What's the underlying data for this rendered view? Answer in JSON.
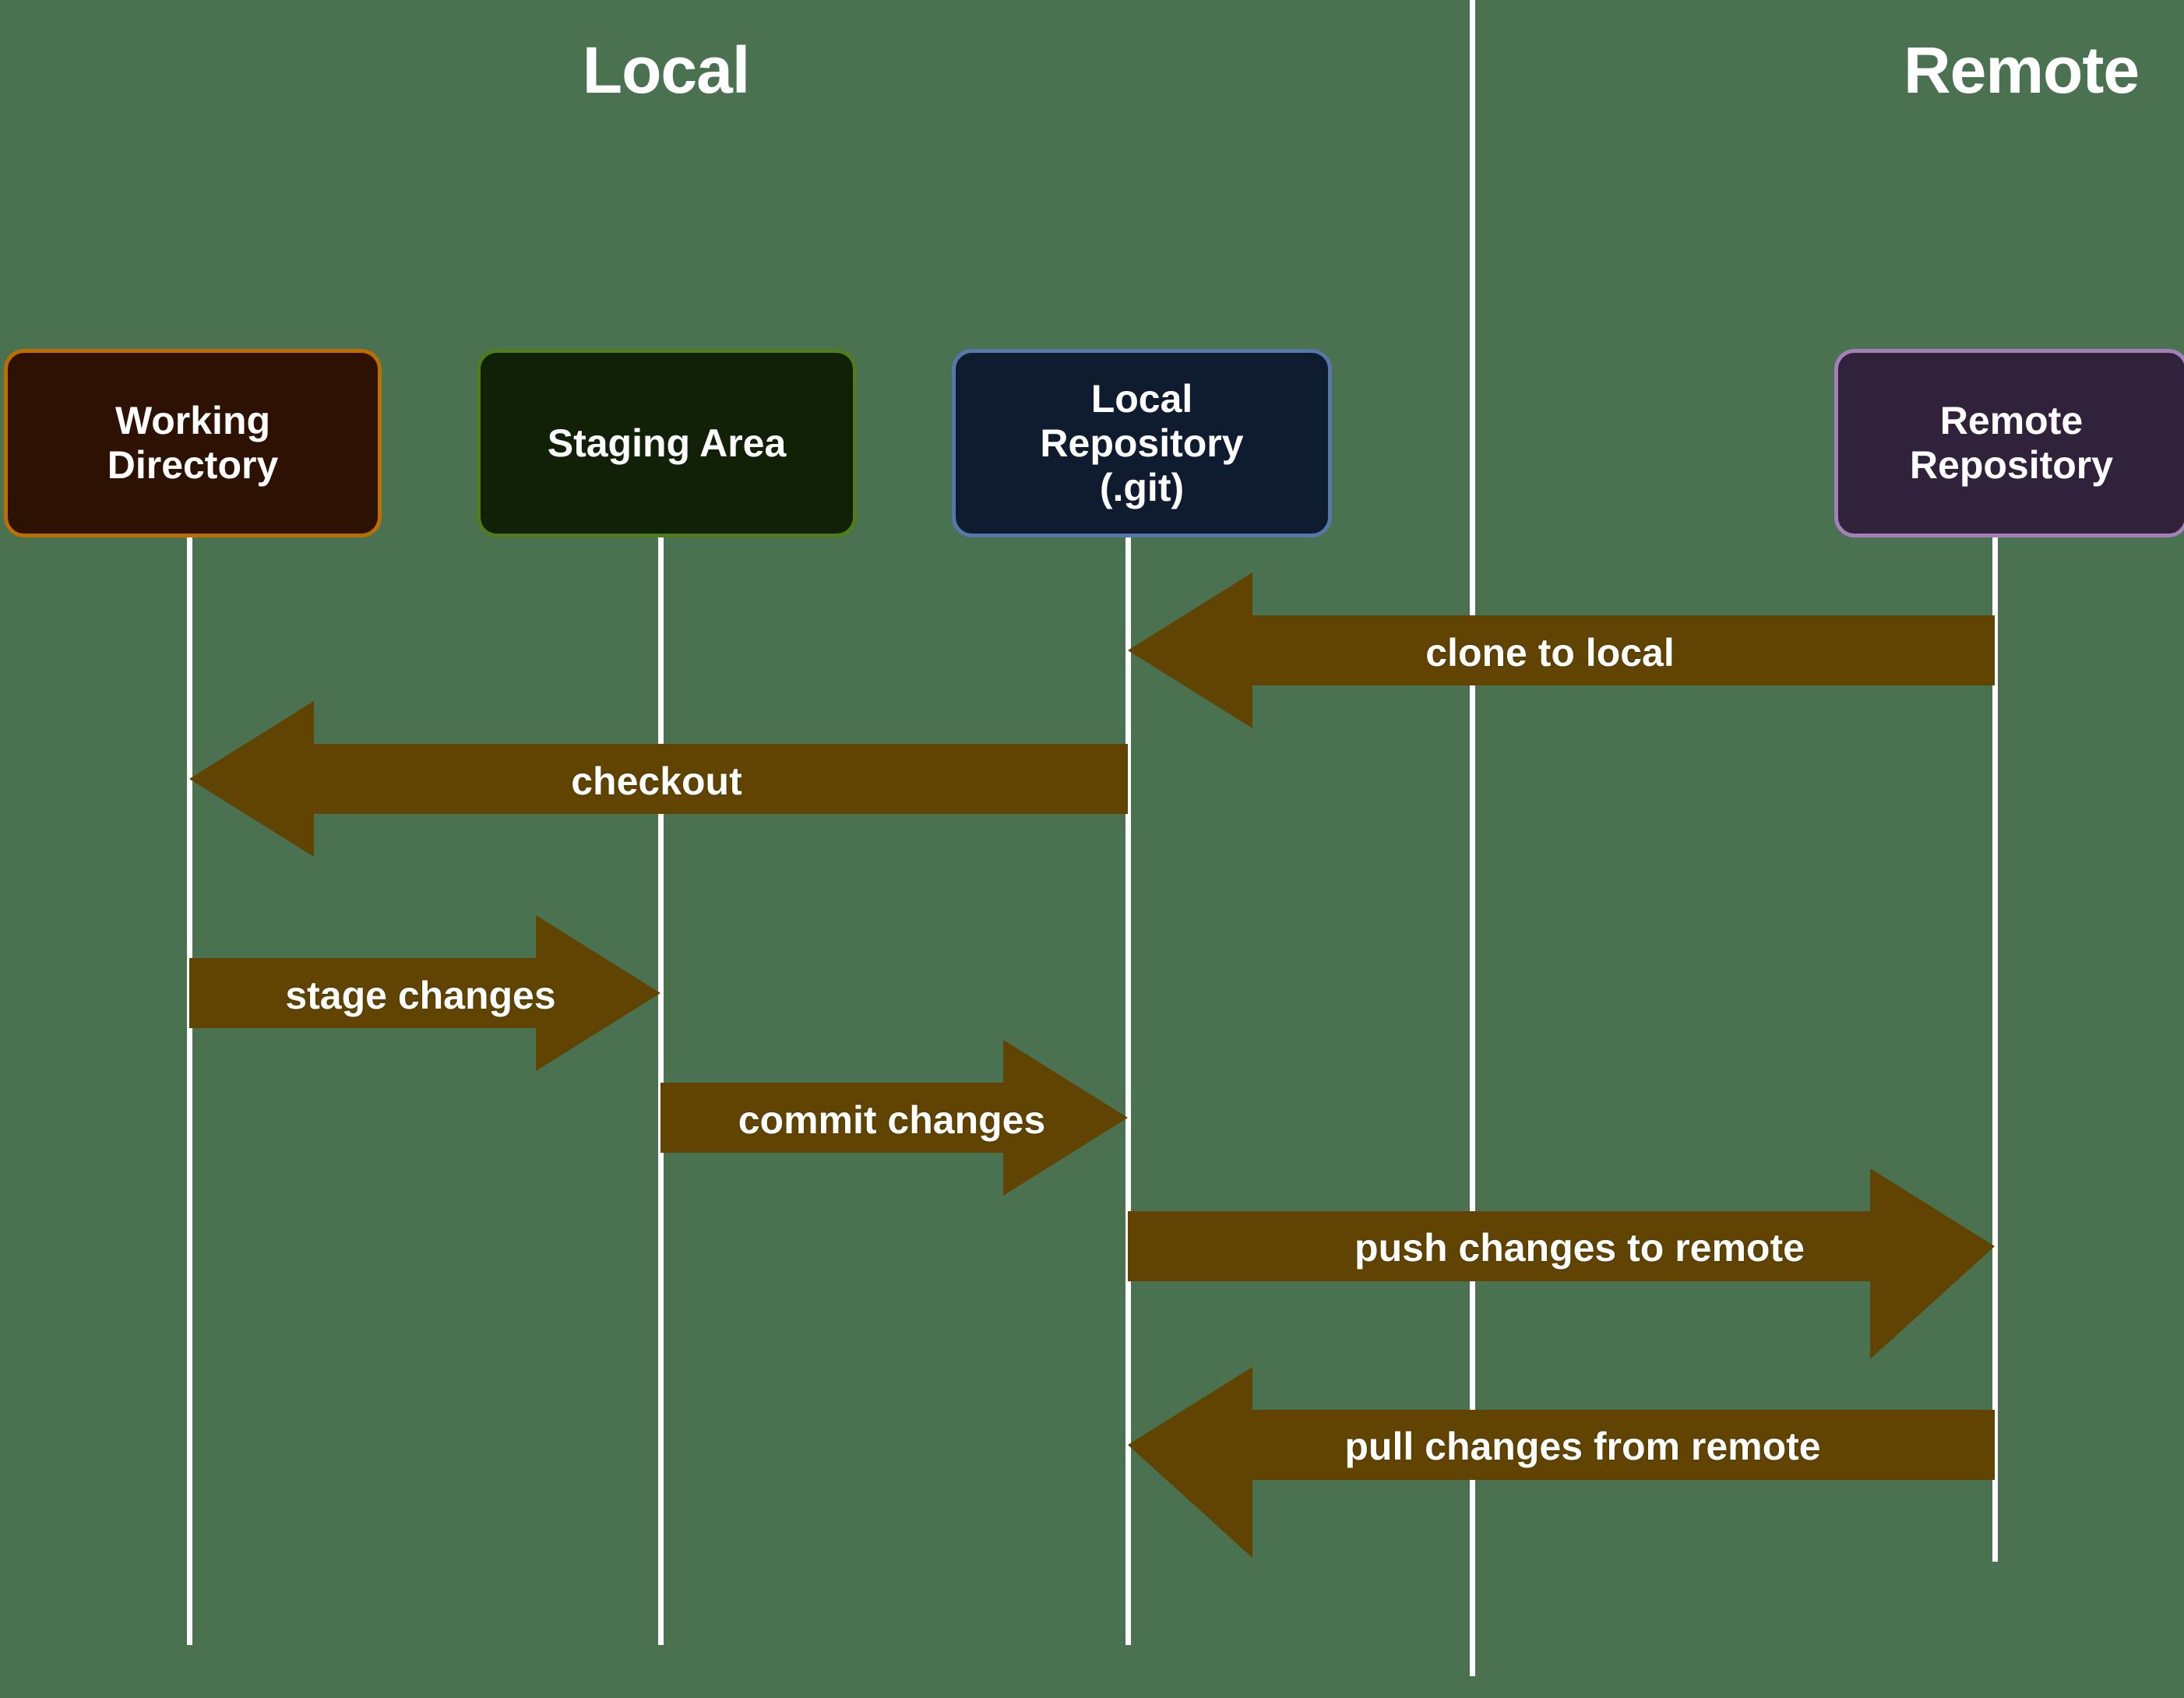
{
  "diagram": {
    "title": "Git workflow sequence diagram",
    "background_color": "#4A7150",
    "arrow_color": "#614402",
    "lifeline_color": "#FFFFFF",
    "divider_color": "#FFFFFF"
  },
  "headers": {
    "local": "Local",
    "remote": "Remote"
  },
  "nodes": [
    {
      "id": "working-directory",
      "label": "Working\nDirectory",
      "label_line1": "Working",
      "label_line2": "Directory",
      "fill": "#2D1102",
      "border": "#BC6E00"
    },
    {
      "id": "staging-area",
      "label": "Staging Area",
      "label_line1": "Staging Area",
      "label_line2": "",
      "fill": "#112108",
      "border": "#4F7C1C"
    },
    {
      "id": "local-repository",
      "label": "Local\nRepository\n(.git)",
      "label_line1": "Local",
      "label_line2": "Repository",
      "label_line3": "(.git)",
      "fill": "#0F1B2F",
      "border": "#5577AA"
    },
    {
      "id": "remote-repository",
      "label": "Remote\nRepository",
      "label_line1": "Remote",
      "label_line2": "Repository",
      "fill": "#30223A",
      "border": "#A47FB8"
    }
  ],
  "messages": [
    {
      "id": "clone",
      "label": "clone to local",
      "from": "remote-repository",
      "to": "local-repository",
      "direction": "left"
    },
    {
      "id": "checkout",
      "label": "checkout",
      "from": "local-repository",
      "to": "working-directory",
      "direction": "left"
    },
    {
      "id": "stage",
      "label": "stage changes",
      "from": "working-directory",
      "to": "staging-area",
      "direction": "right"
    },
    {
      "id": "commit",
      "label": "commit changes",
      "from": "staging-area",
      "to": "local-repository",
      "direction": "right"
    },
    {
      "id": "push",
      "label": "push changes to remote",
      "from": "local-repository",
      "to": "remote-repository",
      "direction": "right"
    },
    {
      "id": "pull",
      "label": "pull changes from remote",
      "from": "remote-repository",
      "to": "local-repository",
      "direction": "left"
    }
  ]
}
